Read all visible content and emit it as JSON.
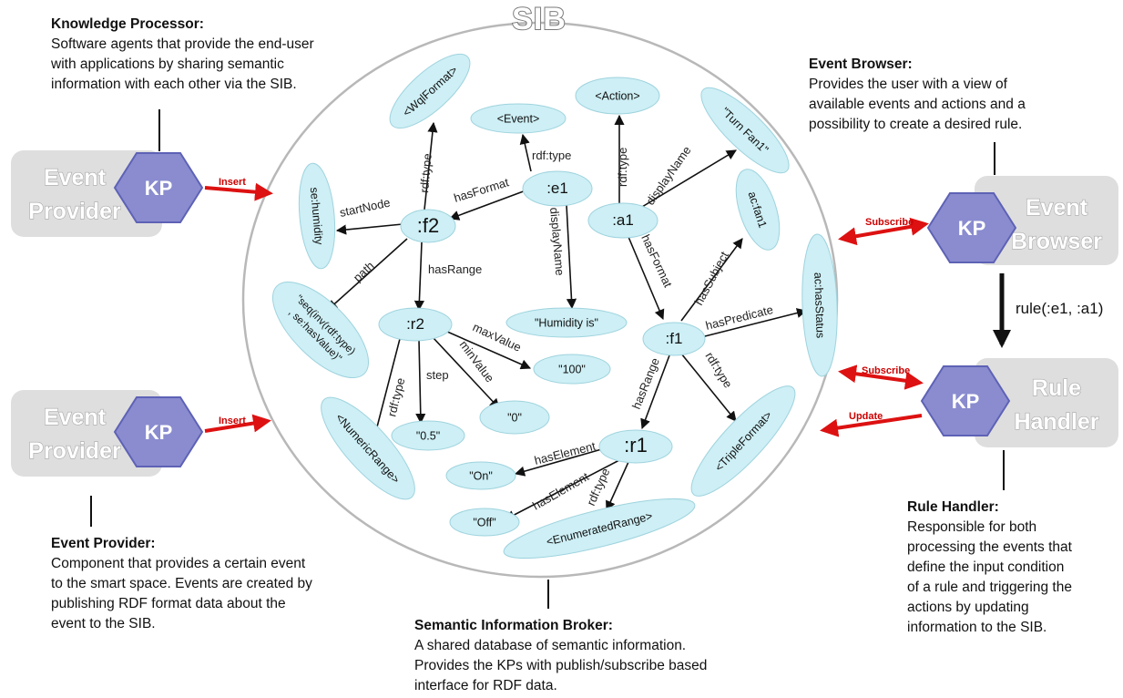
{
  "sib_title": "SIB",
  "descriptions": {
    "knowledge_processor": {
      "title": "Knowledge Processor:",
      "lines": [
        "Software agents that provide the end-user",
        "with applications by sharing semantic",
        "information with each other via the SIB."
      ]
    },
    "event_browser": {
      "title": "Event Browser:",
      "lines": [
        "Provides the user with a view of",
        "available events and actions and a",
        "possibility to create a desired rule."
      ]
    },
    "event_provider": {
      "title": "Event Provider:",
      "lines": [
        "Component that provides a certain event",
        "to the smart space. Events are created by",
        "publishing RDF format data about the",
        "event to the SIB."
      ]
    },
    "sib": {
      "title": "Semantic Information Broker:",
      "lines": [
        "A shared database of semantic information.",
        "Provides the KPs with publish/subscribe based",
        "interface for RDF data."
      ]
    },
    "rule_handler": {
      "title": "Rule Handler:",
      "lines": [
        "Responsible for both",
        "processing the events that",
        "define the input condition",
        "of a rule and triggering the",
        "actions by updating",
        "information to the SIB."
      ]
    }
  },
  "components": {
    "event_provider_top": {
      "line1": "Event",
      "line2": "Provider",
      "kp": "KP",
      "arrow": "Insert"
    },
    "event_provider_bottom": {
      "line1": "Event",
      "line2": "Provider",
      "kp": "KP",
      "arrow": "Insert"
    },
    "event_browser": {
      "line1": "Event",
      "line2": "Browser",
      "kp": "KP",
      "arrow": "Subscribe"
    },
    "rule_handler": {
      "line1": "Rule",
      "line2": "Handler",
      "kp": "KP",
      "arrow_subscribe": "Subscribe",
      "arrow_update": "Update"
    }
  },
  "rule_label": "rule(:e1, :a1)",
  "graph": {
    "resources": {
      "e1": ":e1",
      "a1": ":a1",
      "f2": ":f2",
      "f1": ":f1",
      "r2": ":r2",
      "r1": ":r1"
    },
    "literals": {
      "wqlformat": "<WqlFormat>",
      "event": "<Event>",
      "action": "<Action>",
      "turnfan": "\"Turn Fan1\"",
      "humidity": "se:humidity",
      "fan1": "ac:fan1",
      "hasstatus": "ac:hasStatus",
      "seq": "\"seq(inv(rdf:type)\n, se:hasValue)\"",
      "humidityis": "\"Humidity is\"",
      "v100": "\"100\"",
      "v05": "\"0.5\"",
      "v0": "\"0\"",
      "numericrange": "<NumericRange>",
      "tripleformat": "<TripleFormat>",
      "on": "\"On\"",
      "off": "\"Off\"",
      "enumeratedrange": "<EnumeratedRange>"
    },
    "edges": {
      "e1_event": "rdf:type",
      "e1_f2": "hasFormat",
      "e1_humidityis": "displayName",
      "f2_wql": "rdf:type",
      "f2_humidity": "startNode",
      "f2_seq": "path",
      "f2_r2": "hasRange",
      "a1_action": "rdf:type",
      "a1_turnfan": "displayName",
      "a1_f1": "hasFormat",
      "f1_fan1": "hasSubject",
      "f1_hasstatus": "hasPredicate",
      "f1_triple": "rdf:type",
      "f1_r1": "hasRange",
      "r2_100": "maxValue",
      "r2_0": "minValue",
      "r2_05": "step",
      "r2_numeric": "rdf:type",
      "r1_on": "hasElement",
      "r1_off": "hasElement",
      "r1_enum": "rdf:type"
    }
  },
  "colors": {
    "node_fill": "#cdeff5",
    "kp_fill": "#8a8ccf",
    "box_fill": "#dedede",
    "arrow_red": "#dd1111",
    "sib_outline": "#b8b8b8"
  }
}
